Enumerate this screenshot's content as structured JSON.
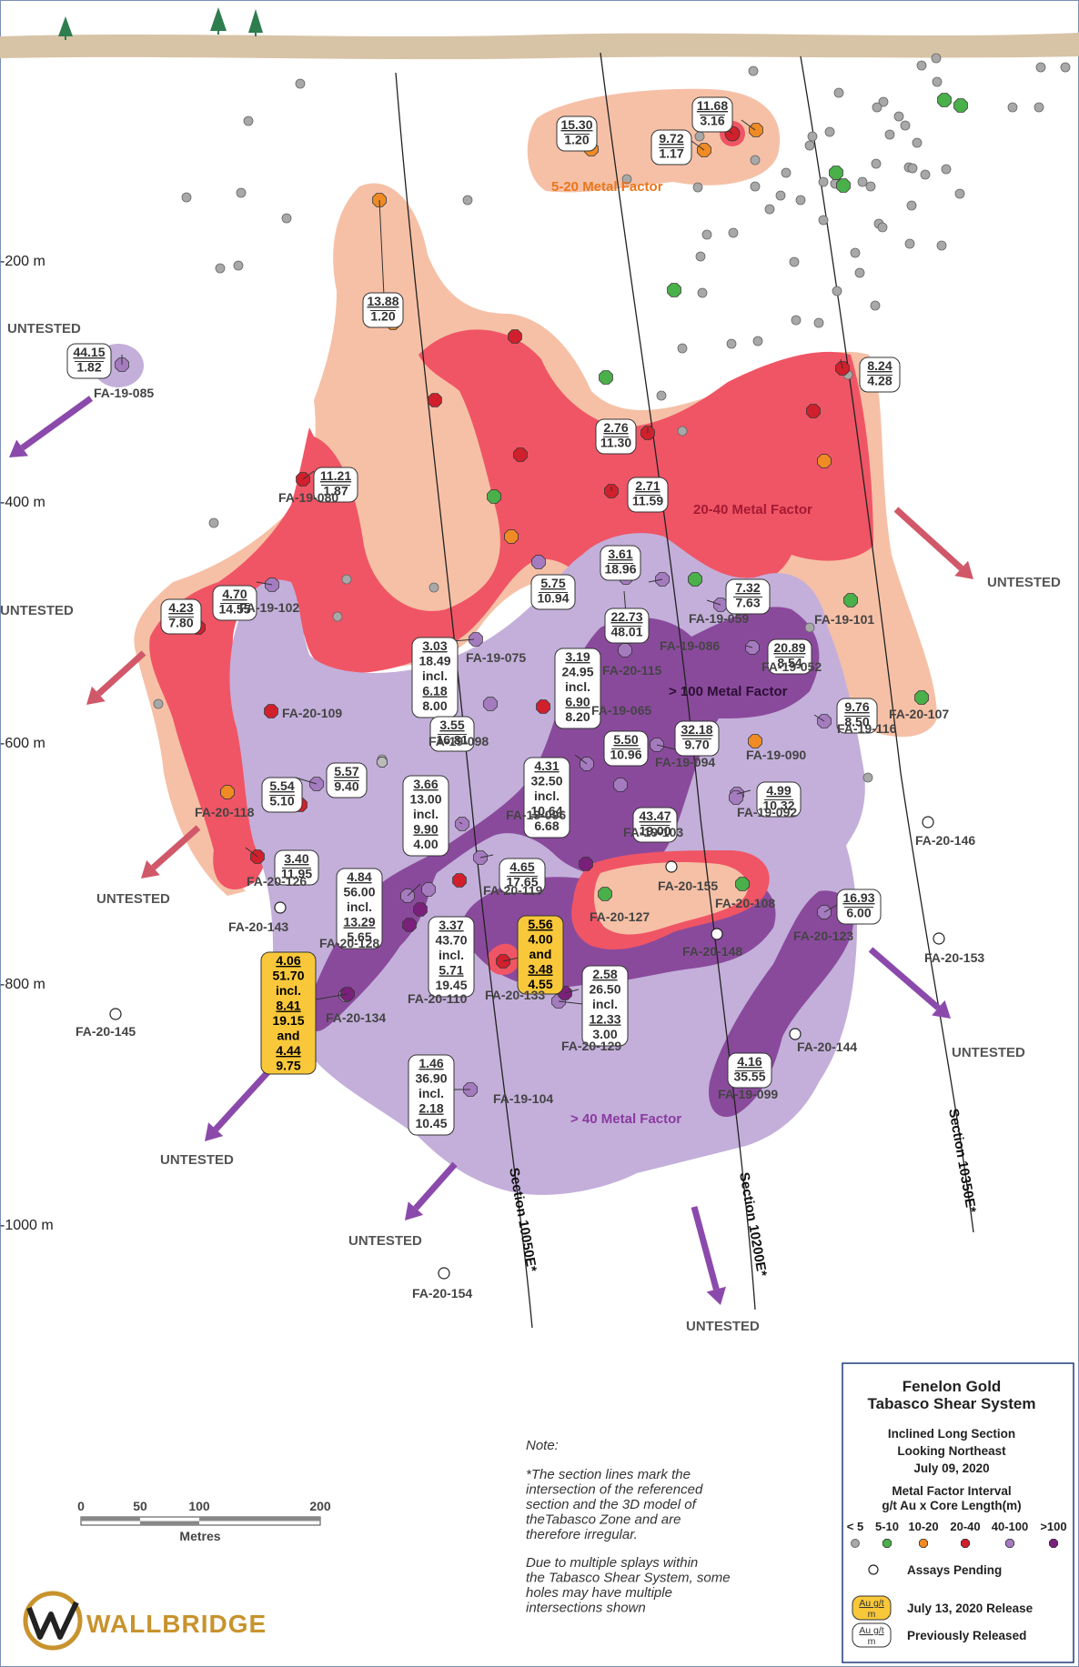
{
  "colors": {
    "lt5": "#a8a8a8",
    "c5_10": "#4ab04a",
    "c10_20": "#f08a24",
    "c20_40": "#d0202c",
    "c40_100": "#a57bbf",
    "cgt100": "#7a207a",
    "zone_orange": "#f6c0a6",
    "zone_red": "#f05565",
    "zone_lilac": "#c3afda",
    "zone_purple": "#8a4a9c",
    "release_fill": "#f9c83a",
    "ground": "#d7c3a6",
    "arrow_red": "#d05868",
    "arrow_purple": "#8b4aab"
  },
  "depths": [
    "-200 m",
    "-400 m",
    "-600 m",
    "-800 m",
    "-1000 m"
  ],
  "zones": {
    "orange_label": "5-20 Metal Factor",
    "red_label": "20-40 Metal Factor",
    "purple_label": "> 100 Metal Factor",
    "lilac_label": "> 40 Metal Factor"
  },
  "untested": "UNTESTED",
  "sections": [
    "Section 10050E*",
    "Section 10200E*",
    "Section 10350E*"
  ],
  "holes": [
    "FA-19-085",
    "FA-19-080",
    "FA-19-102",
    "FA-20-109",
    "FA-20-118",
    "FA-20-126",
    "FA-20-143",
    "FA-20-128",
    "FA-20-134",
    "FA-20-145",
    "FA-19-075",
    "FA-19-098",
    "FA-20-110",
    "FA-20-119",
    "FA-20-133",
    "FA-20-129",
    "FA-19-104",
    "FA-20-154",
    "FA-19-096",
    "FA-19-065",
    "FA-20-115",
    "FA-19-086",
    "FA-19-059",
    "FA-19-094",
    "FA-19-103",
    "FA-20-127",
    "FA-20-155",
    "FA-20-108",
    "FA-20-148",
    "FA-19-052",
    "FA-19-101",
    "FA-20-107",
    "FA-19-116",
    "FA-19-090",
    "FA-19-092",
    "FA-20-146",
    "FA-20-123",
    "FA-20-153",
    "FA-20-144",
    "FA-19-099"
  ],
  "intercepts": {
    "b1": [
      "15.30",
      "1.20"
    ],
    "b2": [
      "9.72",
      "1.17"
    ],
    "b3": [
      "11.68",
      "3.16"
    ],
    "b4": [
      "13.88",
      "1.20"
    ],
    "b5": [
      "44.15",
      "1.82"
    ],
    "b6": [
      "8.24",
      "4.28"
    ],
    "b7": [
      "2.76",
      "11.30"
    ],
    "b8": [
      "2.71",
      "11.59"
    ],
    "b9": [
      "11.21",
      "1.87"
    ],
    "b10": [
      "3.61",
      "18.96"
    ],
    "b11": [
      "5.75",
      "10.94"
    ],
    "b12": [
      "7.32",
      "7.63"
    ],
    "b13": [
      "4.70",
      "14.55"
    ],
    "b14": [
      "4.23",
      "7.80"
    ],
    "b15": [
      "22.73",
      "48.01"
    ],
    "b16": [
      "3.03",
      "18.49",
      "incl.",
      "6.18",
      "8.00"
    ],
    "b17": [
      "3.19",
      "24.95",
      "incl.",
      "6.90",
      "8.20"
    ],
    "b18": [
      "20.89",
      "8.54"
    ],
    "b19": [
      "3.55",
      "16.81"
    ],
    "b20": [
      "9.76",
      "8.50"
    ],
    "b21": [
      "5.50",
      "10.96"
    ],
    "b22": [
      "32.18",
      "9.70"
    ],
    "b23": [
      "4.31",
      "32.50",
      "incl.",
      "10.64",
      "6.68"
    ],
    "b24": [
      "5.57",
      "9.40"
    ],
    "b25": [
      "5.54",
      "5.10"
    ],
    "b26": [
      "3.66",
      "13.00",
      "incl.",
      "9.90",
      "4.00"
    ],
    "b27": [
      "43.47",
      "19.00"
    ],
    "b28": [
      "4.99",
      "10.32"
    ],
    "b29": [
      "3.40",
      "11.95"
    ],
    "b30": [
      "4.84",
      "56.00",
      "incl.",
      "13.29",
      "5.65"
    ],
    "b31": [
      "4.65",
      "17.65"
    ],
    "b32": [
      "3.37",
      "43.70",
      "incl.",
      "5.71",
      "19.45"
    ],
    "b33": [
      "5.56",
      "4.00",
      "and",
      "3.48",
      "4.55"
    ],
    "b34": [
      "16.93",
      "6.00"
    ],
    "b35": [
      "4.06",
      "51.70",
      "incl.",
      "8.41",
      "19.15",
      "and",
      "4.44",
      "9.75"
    ],
    "b36": [
      "2.58",
      "26.50",
      "incl.",
      "12.33",
      "3.00"
    ],
    "b37": [
      "1.46",
      "36.90",
      "incl.",
      "2.18",
      "10.45"
    ],
    "b38": [
      "4.16",
      "35.55"
    ]
  },
  "legend": {
    "title1": "Fenelon Gold",
    "title2": "Tabasco Shear System",
    "sub1": "Inclined Long Section",
    "sub2": "Looking Northeast",
    "date": "July 09, 2020",
    "mf1": "Metal Factor Interval",
    "mf2": "g/t Au x Core Length(m)",
    "classes": [
      "< 5",
      "5-10",
      "10-20",
      "20-40",
      "40-100",
      ">100"
    ],
    "pending": "Assays Pending",
    "badge1": "Au g/t",
    "badge2": "m",
    "release": "July 13, 2020 Release",
    "previous": "Previously Released"
  },
  "note": {
    "head": "Note:",
    "lines1": [
      "*The section lines mark the",
      "intersection of the referenced",
      "section and the 3D model of",
      "theTabasco Zone and are",
      "therefore irregular."
    ],
    "lines2": [
      "Due to multiple splays within",
      "the Tabasco Shear System, some",
      "holes may have multiple",
      "intersections shown"
    ]
  },
  "scale": {
    "ticks": [
      "0",
      "50",
      "100",
      "200"
    ],
    "unit": "Metres"
  },
  "logo": "WALLBRIDGE"
}
